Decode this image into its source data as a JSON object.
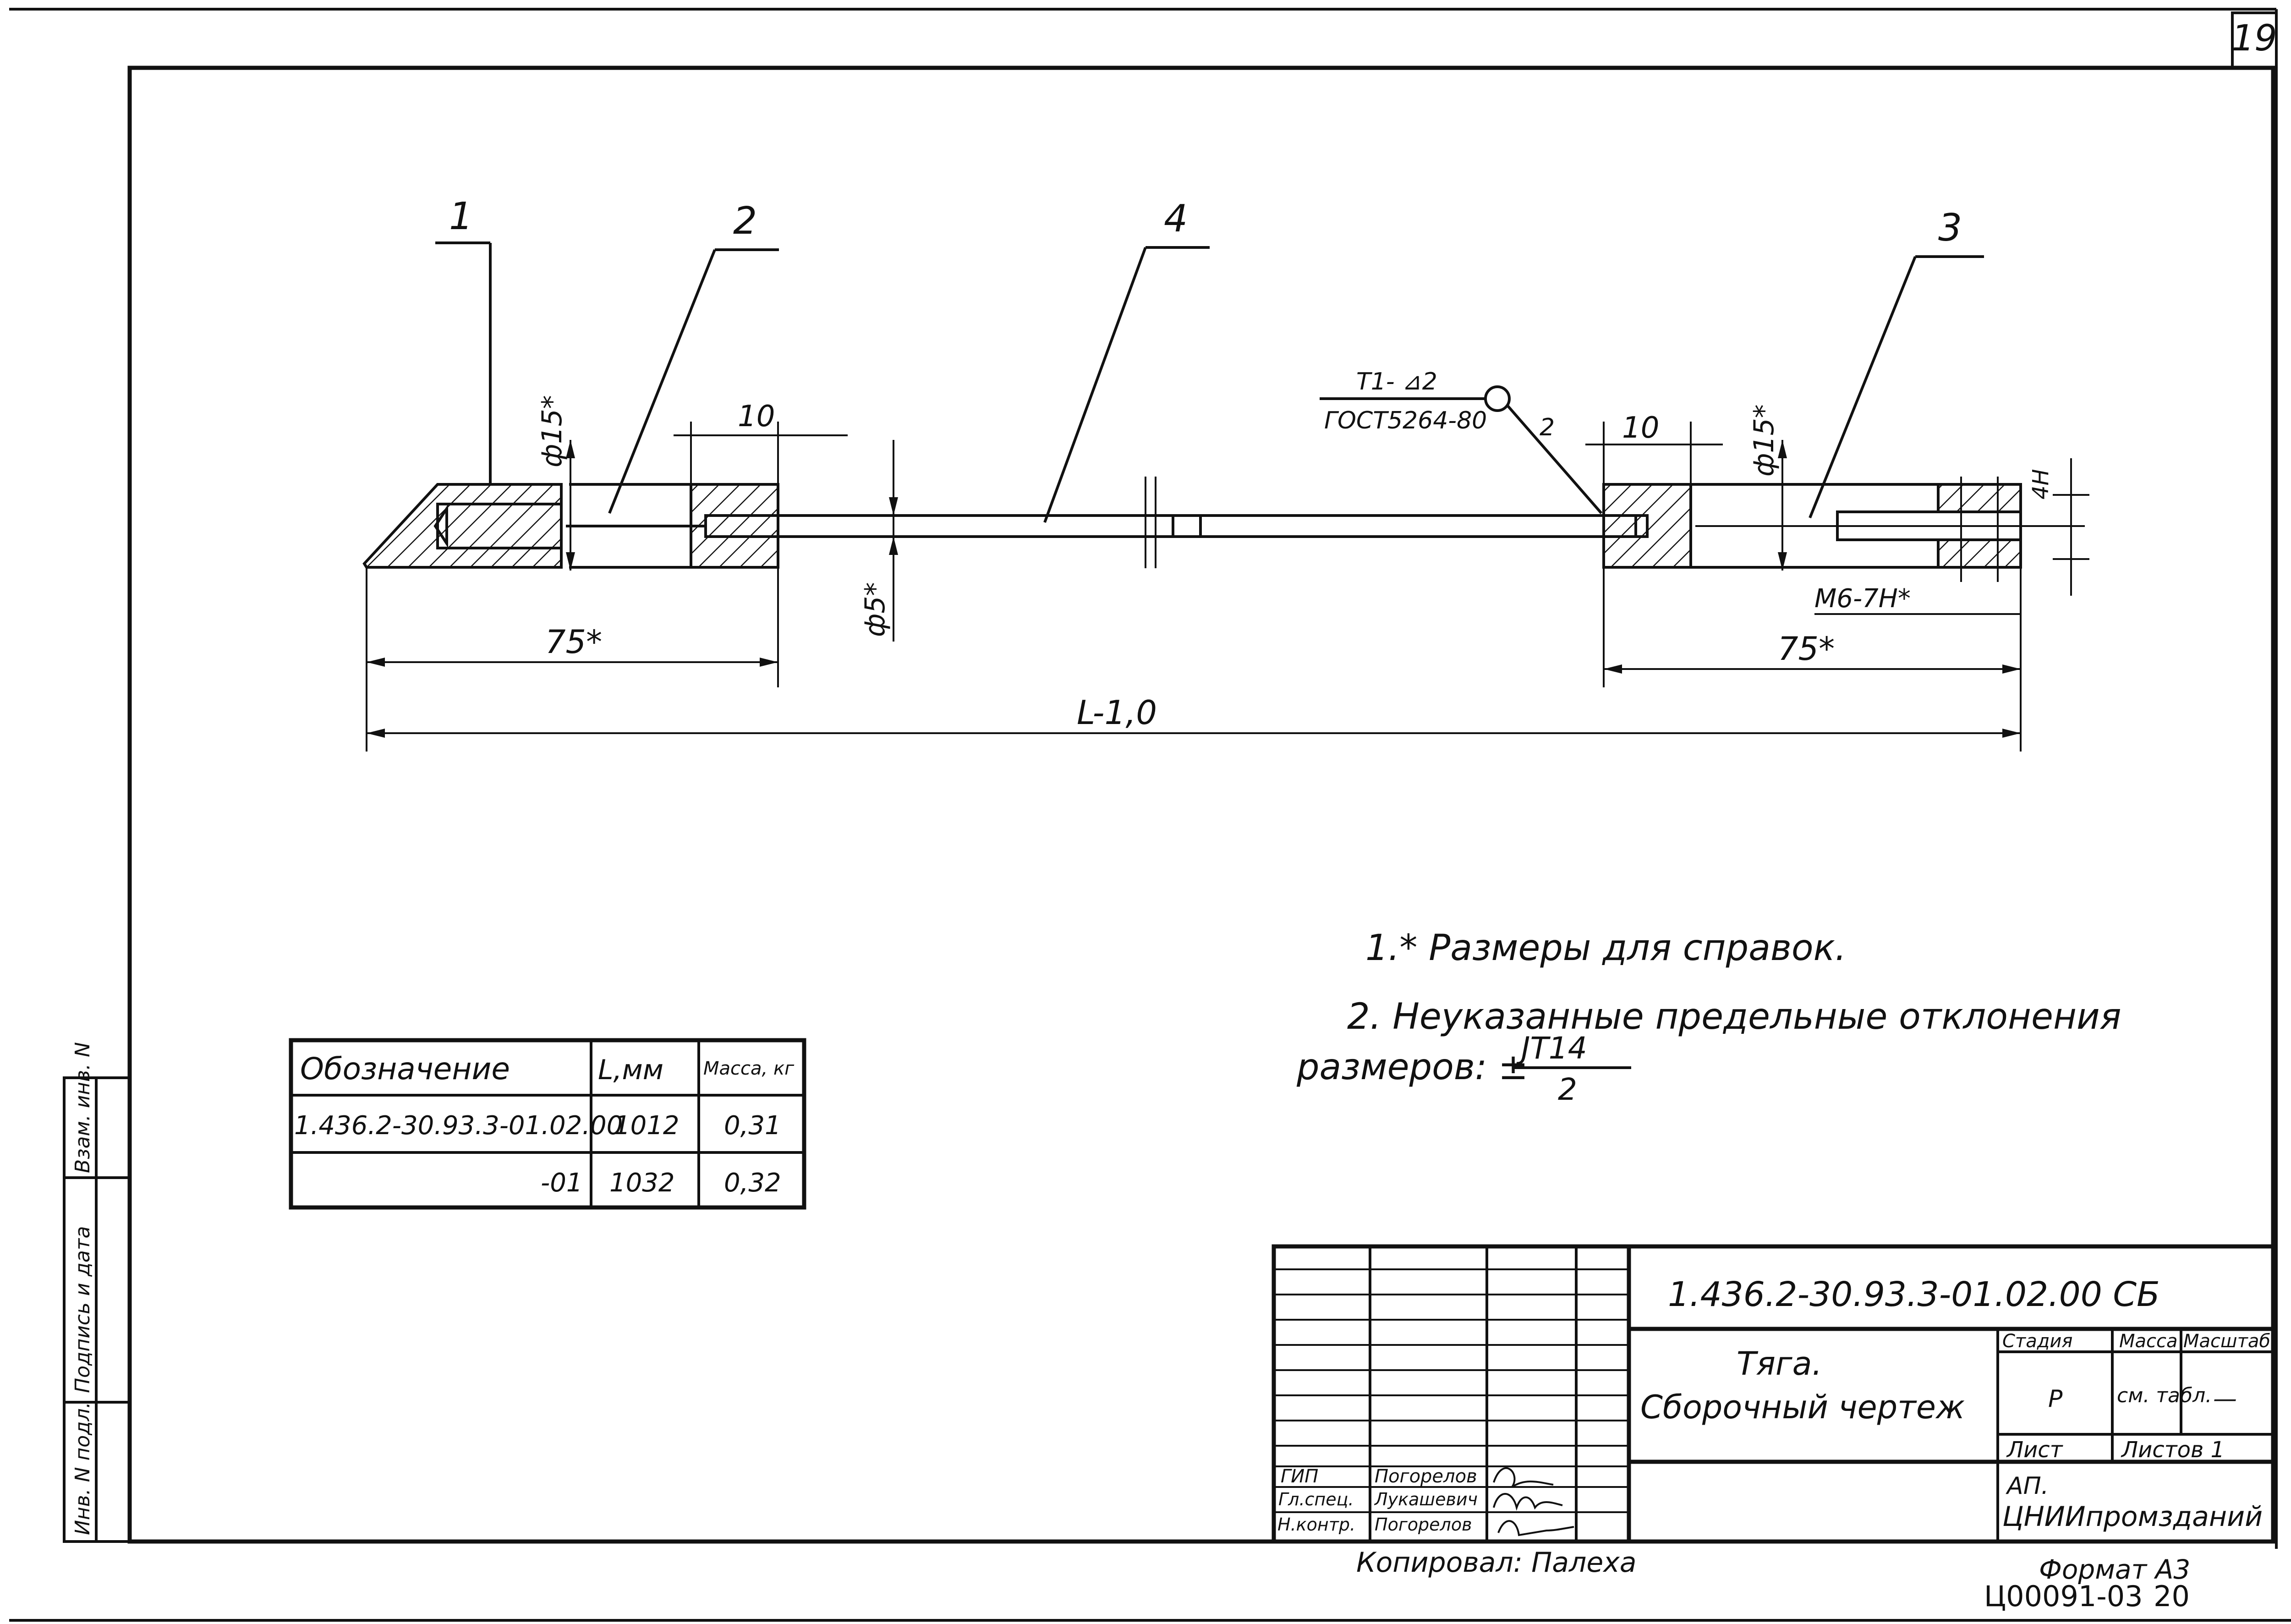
{
  "sheet": {
    "page_number": "19",
    "copied_by": "Копировал: Палеха",
    "format": "Формат А3",
    "archive_number": "Ц00091-03",
    "archive_sheet": "20"
  },
  "drawing": {
    "callouts": [
      "1",
      "2",
      "4",
      "3"
    ],
    "weld_symbol": {
      "top": "Т1- ⊿2",
      "bottom": "ГОСТ5264-80",
      "leg": "2"
    },
    "dims": {
      "dia15_left": "ф15*",
      "dia15_right": "ф15*",
      "dia5": "ф5*",
      "len10_left": "10",
      "len10_right": "10",
      "len75_left": "75*",
      "len75_right": "75*",
      "total": "L-1,0",
      "thread": "М6-7Н*",
      "slot": "4Н"
    }
  },
  "notes": {
    "note1": "1.* Размеры для справок.",
    "note2_line1": "2. Неуказанные предельные отклонения",
    "note2_line2": "размеров: ±",
    "fraction_num": "JT14",
    "fraction_den": "2"
  },
  "variants_table": {
    "headers": [
      "Обозначение",
      "L,мм",
      "Масса, кг"
    ],
    "rows": [
      [
        "1.436.2-30.93.3-01.02.00",
        "1012",
        "0,31"
      ],
      [
        "-01",
        "1032",
        "0,32"
      ]
    ]
  },
  "side_stamp": [
    "Инв. N подл.",
    "Подпись и дата",
    "Взам. инв. N"
  ],
  "title_block": {
    "designation": "1.436.2-30.93.3-01.02.00 СБ",
    "name_line1": "Тяга.",
    "name_line2": "Сборочный чертеж",
    "stage_header": "Стадия",
    "mass_header": "Масса",
    "scale_header": "Масштаб",
    "stage": "Р",
    "mass": "см. табл.",
    "scale": "—",
    "sheet_label": "Лист",
    "sheets_label": "Листов 1",
    "org_line1": "АП.",
    "org_line2": "ЦНИИпромзданий",
    "roles": [
      {
        "role": "ГИП",
        "name": "Погорелов"
      },
      {
        "role": "Гл.спец.",
        "name": "Лукашевич"
      },
      {
        "role": "Н.контр.",
        "name": "Погорелов"
      }
    ]
  }
}
